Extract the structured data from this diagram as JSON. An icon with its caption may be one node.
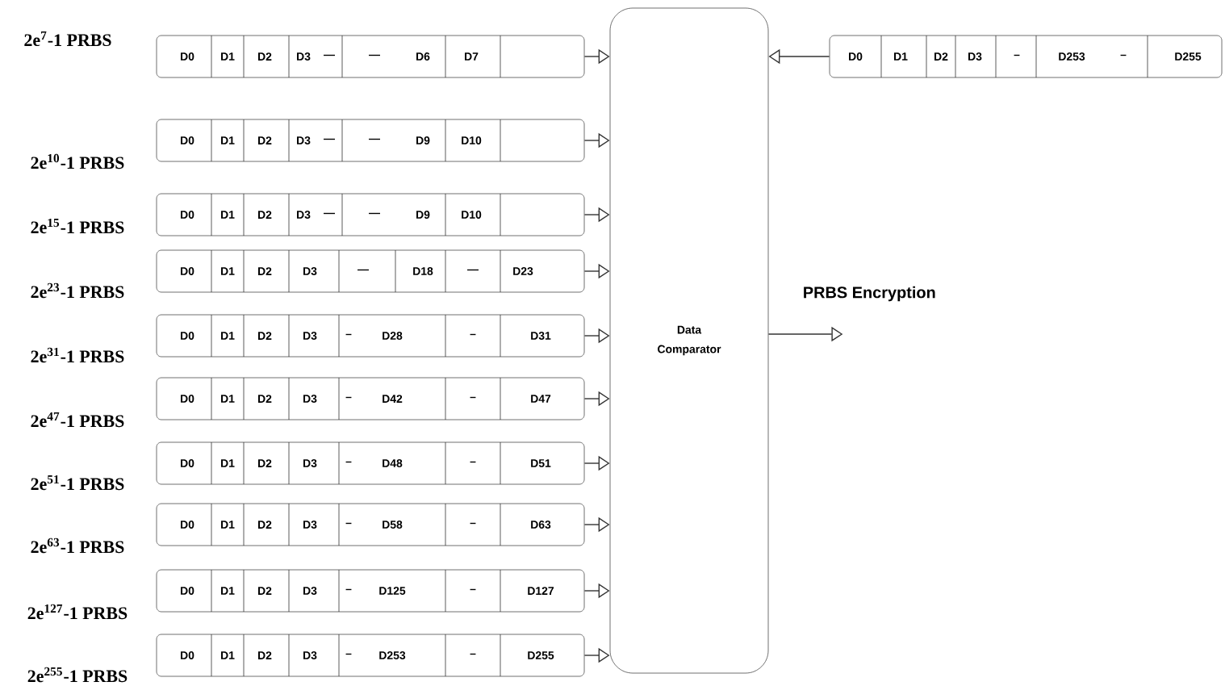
{
  "diagram": {
    "nodes": [
      {
        "text": [
          "D0",
          "D1",
          "D2",
          "D3",
          "—",
          "—",
          "D6",
          "D7"
        ],
        "beside": [
          "2e$^{7}$-1 PRBS"
        ]
      },
      {
        "text": [
          "D0",
          "D1",
          "D2",
          "D3",
          "—",
          "—",
          "D9",
          "D10"
        ],
        "beside": [
          "2e$^{10}$-1 PRBS"
        ]
      },
      {
        "text": [
          "D0",
          "D1",
          "D2",
          "D3",
          "—",
          "—",
          "D9",
          "D10"
        ],
        "beside": [
          "2e$^{15}$-1 PRBS"
        ]
      },
      {
        "text": [
          "D0",
          "D1",
          "D2",
          "D3",
          "—",
          "D18",
          "—",
          "D23"
        ],
        "beside": [
          "2e$^{23}$-1 PRBS"
        ]
      },
      {
        "text": [
          "D0",
          "D1",
          "D2",
          "D3",
          "–",
          "D28",
          "–",
          "D31"
        ],
        "beside": [
          "2e$^{31}$-1 PRBS"
        ]
      },
      {
        "text": [
          "D0",
          "D1",
          "D2",
          "D3",
          "–",
          "D42",
          "–",
          "D47"
        ],
        "beside": [
          "2e$^{47}$-1 PRBS"
        ]
      },
      {
        "text": [
          "D0",
          "D1",
          "D2",
          "D3",
          "–",
          "D48",
          "–",
          "D51"
        ],
        "beside": [
          "2e$^{51}$-1 PRBS"
        ]
      },
      {
        "text": [
          "D0",
          "D1",
          "D2",
          "D3",
          "–",
          "D58",
          "–",
          "D63"
        ],
        "beside": [
          "2e$^{63}$-1 PRBS"
        ]
      },
      {
        "text": [
          "D0",
          "D1",
          "D2",
          "D3",
          "–",
          "D125",
          "–",
          "D127"
        ],
        "beside": [
          "2e$^{127}$-1 PRBS"
        ]
      },
      {
        "text": [
          "D0",
          "D1",
          "D2",
          "D3",
          "–",
          "D253",
          "–",
          "D255"
        ],
        "beside": [
          "2e$^{255}$-1 PRBS"
        ]
      },
      {
        "text": [
          "Data Comparator"
        ]
      },
      {
        "text": [
          "D0",
          "D1",
          "D2",
          "D3",
          "–",
          "D253",
          "–",
          "D255"
        ]
      }
    ],
    "edges": [
      {
        "from": 0,
        "to": 10,
        "arrow": "to"
      },
      {
        "from": 1,
        "to": 10,
        "arrow": "to"
      },
      {
        "from": 2,
        "to": 10,
        "arrow": "to"
      },
      {
        "from": 3,
        "to": 10,
        "arrow": "to"
      },
      {
        "from": 4,
        "to": 10,
        "arrow": "to"
      },
      {
        "from": 5,
        "to": 10,
        "arrow": "to"
      },
      {
        "from": 6,
        "to": 10,
        "arrow": "to"
      },
      {
        "from": 7,
        "to": 10,
        "arrow": "to"
      },
      {
        "from": 8,
        "to": 10,
        "arrow": "to"
      },
      {
        "from": 9,
        "to": 10,
        "arrow": "to"
      },
      {
        "from": 11,
        "to": 10,
        "arrow": "to"
      },
      {
        "from": 10,
        "to": null,
        "arrow": "to",
        "label": "PRBS Encryption"
      }
    ]
  }
}
